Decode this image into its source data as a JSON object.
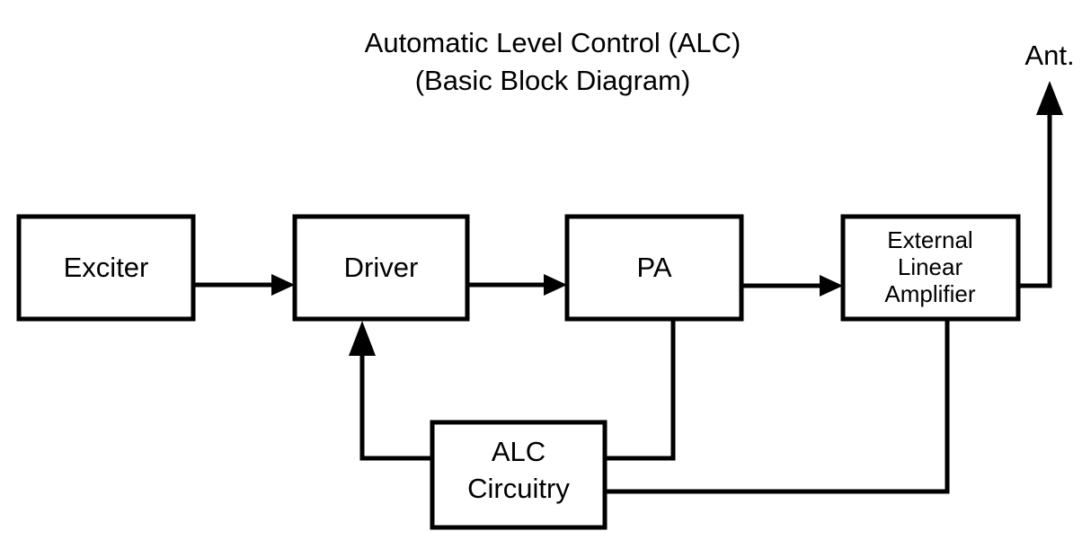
{
  "diagram": {
    "title_line1": "Automatic Level Control (ALC)",
    "title_line2": "(Basic Block Diagram)",
    "output_label": "Ant.",
    "line_color": "#000000",
    "background_color": "#ffffff",
    "blocks": [
      {
        "id": "exciter",
        "label": "Exciter"
      },
      {
        "id": "driver",
        "label": "Driver"
      },
      {
        "id": "pa",
        "label": "PA"
      },
      {
        "id": "ext-amp-line1",
        "label": "External"
      },
      {
        "id": "ext-amp-line2",
        "label": "Linear"
      },
      {
        "id": "ext-amp-line3",
        "label": "Amplifier"
      },
      {
        "id": "alc-line1",
        "label": "ALC"
      },
      {
        "id": "alc-line2",
        "label": "Circuitry"
      }
    ]
  }
}
